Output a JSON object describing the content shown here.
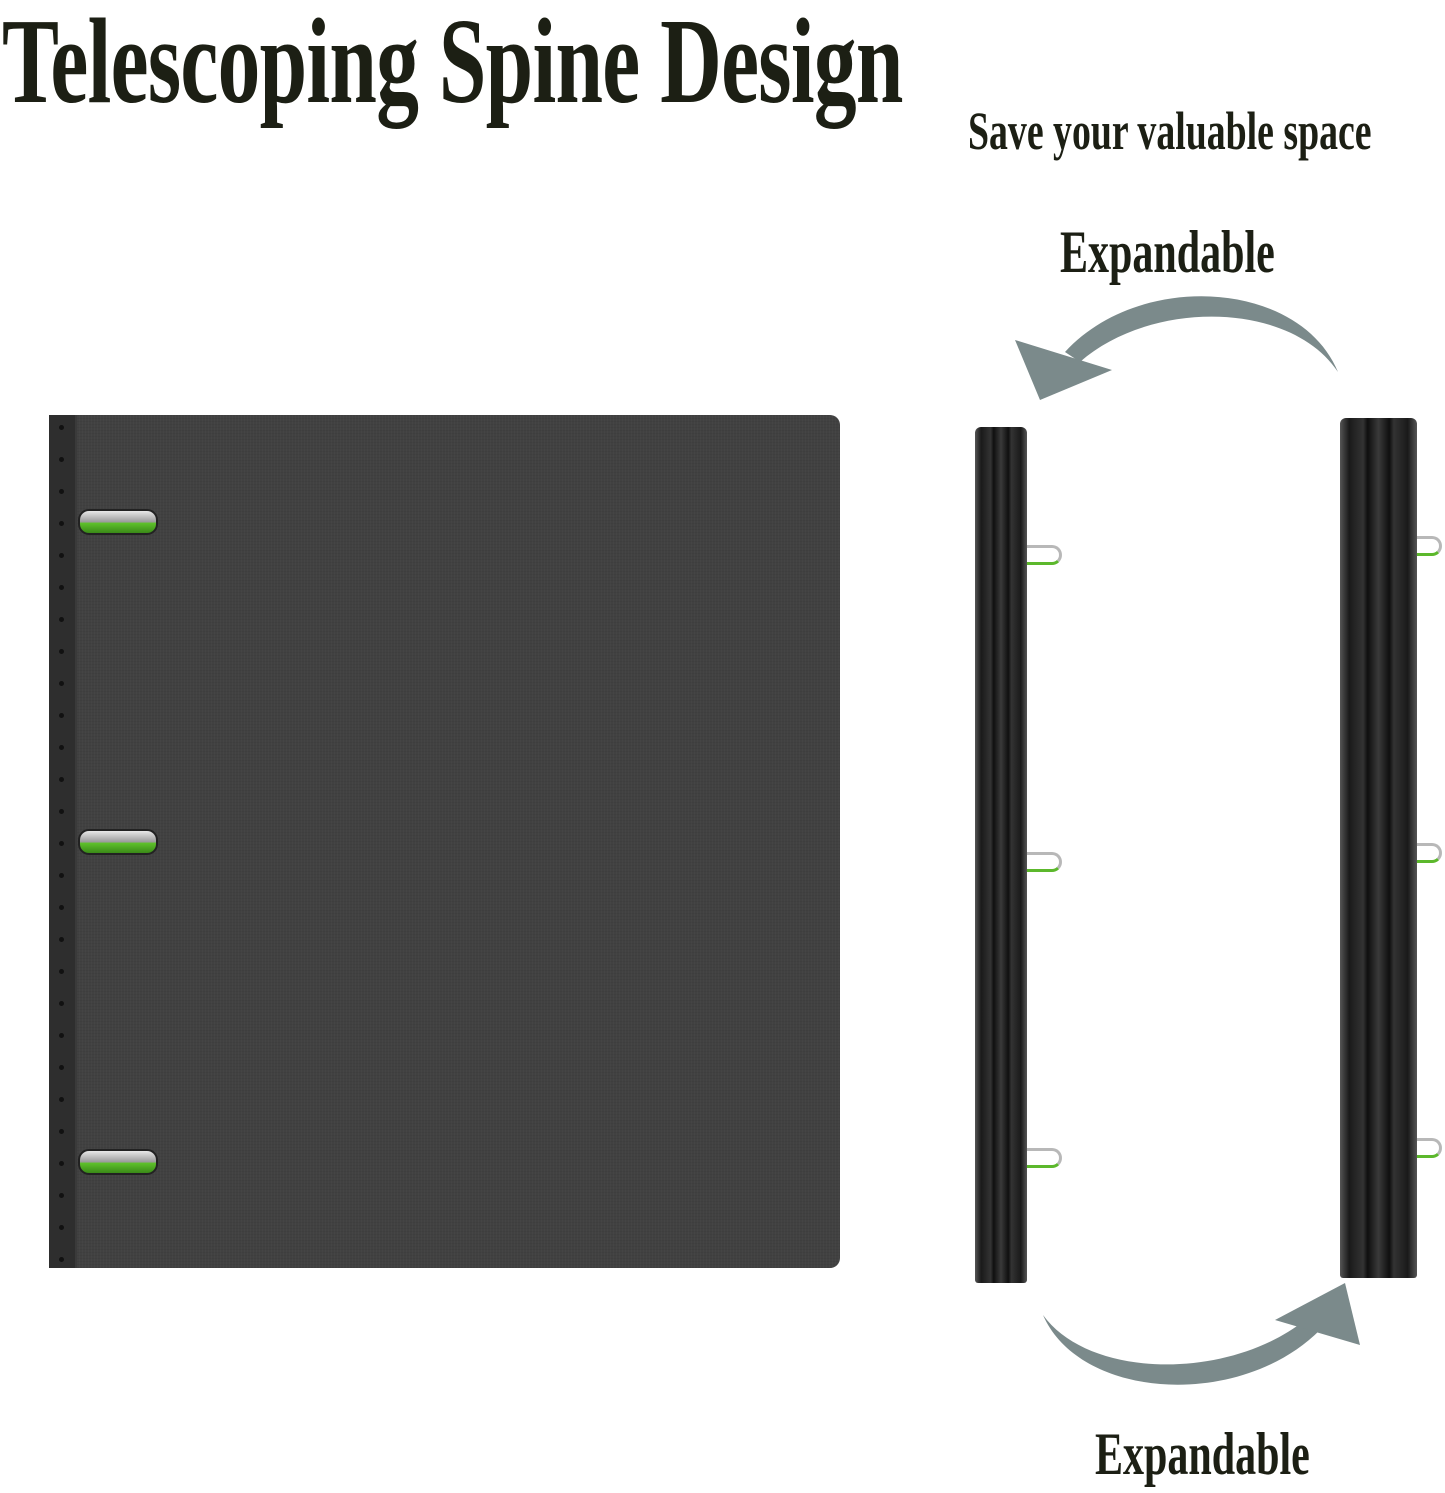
{
  "title": "Telescoping Spine Design",
  "subtitle": "Save your valuable space",
  "labels": {
    "top": "Expandable",
    "bottom": "Expandable"
  },
  "colors": {
    "text": "#1c1f14",
    "binder": "#414141",
    "arrow": "#7b8a8b",
    "ring_accent": "#5ec12a"
  }
}
